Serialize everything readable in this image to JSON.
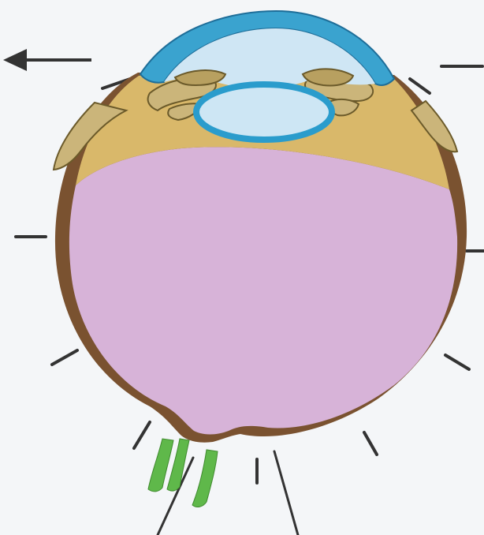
{
  "diagram": {
    "subject": "eye-cross-section",
    "labels": [],
    "colors": {
      "background": "#f4f6f8",
      "sclera_outline": "#7a5230",
      "vitreous": "#d7b3d8",
      "ciliary_region": "#d9b86a",
      "cornea": "#3aa3cf",
      "aqueous": "#cfe6f4",
      "lens_fill": "#cde6f4",
      "lens_rim": "#2a9ccc",
      "optic_nerve_vessels": "#5fb84a",
      "leader_lines": "#333333"
    },
    "leader_line_count": 12,
    "arrows": [
      {
        "name": "incoming-light-arrow",
        "direction": "left"
      }
    ]
  }
}
